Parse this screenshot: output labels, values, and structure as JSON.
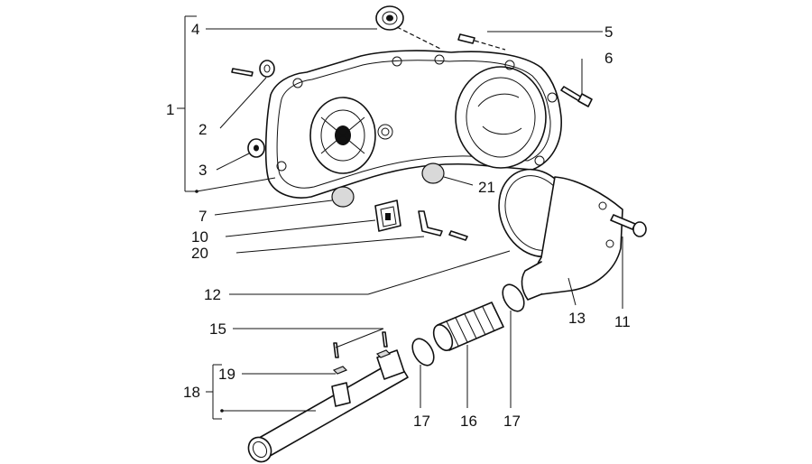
{
  "callouts": {
    "c1": "1",
    "c2": "2",
    "c3": "3",
    "c4": "4",
    "c5": "5",
    "c6": "6",
    "c7": "7",
    "c10": "10",
    "c11": "11",
    "c12": "12",
    "c13": "13",
    "c15": "15",
    "c16": "16",
    "c17a": "17",
    "c17b": "17",
    "c18": "18",
    "c19": "19",
    "c20": "20",
    "c21": "21"
  }
}
